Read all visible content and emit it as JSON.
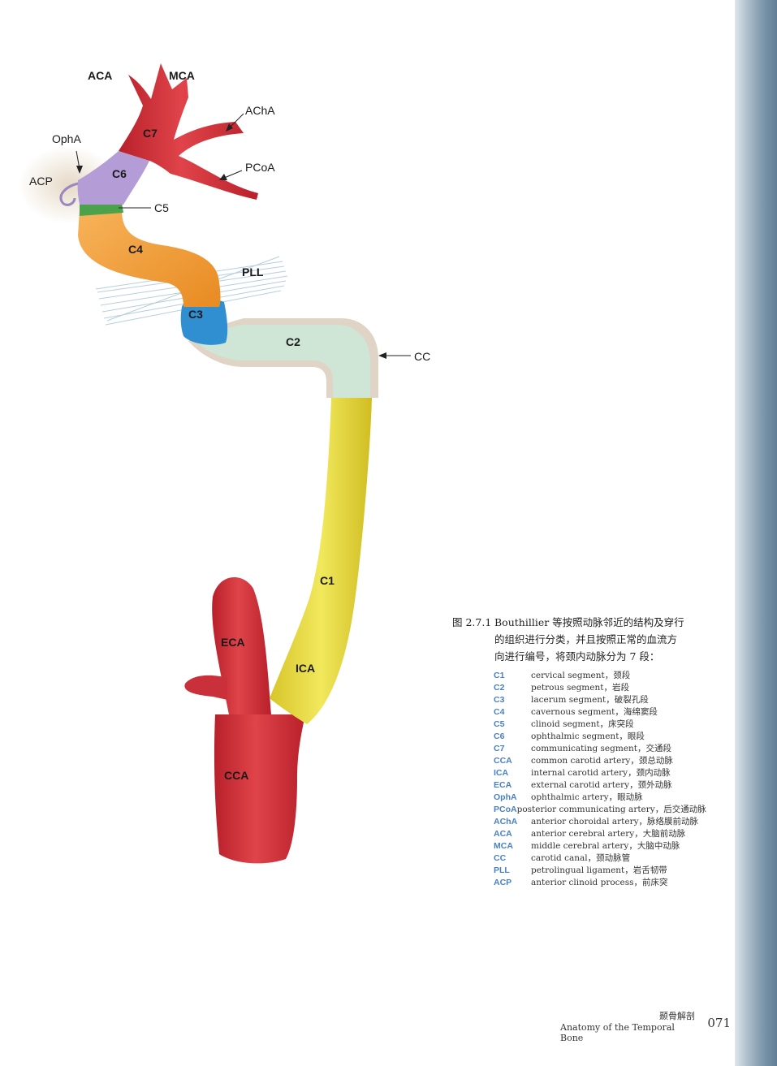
{
  "figure": {
    "labels": {
      "aca": "ACA",
      "mca": "MCA",
      "acha": "AChA",
      "c7": "C7",
      "opha": "OphA",
      "c6": "C6",
      "pcoa": "PCoA",
      "acp": "ACP",
      "c5": "C5",
      "c4": "C4",
      "pll": "PLL",
      "c3": "C3",
      "c2": "C2",
      "cc": "CC",
      "c1": "C1",
      "eca": "ECA",
      "ica": "ICA",
      "cca": "CCA"
    },
    "colors": {
      "artery_red": "#d8343a",
      "c6_purple": "#b49cd6",
      "c5_green": "#4ba24a",
      "c4_orange": "#f2a03a",
      "c3_blue": "#2f8fd0",
      "c2_mint": "#cfe6d6",
      "c1_yellow": "#e8dc3c",
      "canal_tan": "#d9cdbf",
      "ligament": "#a9c6d8"
    }
  },
  "caption": {
    "number": "图 2.7.1",
    "line1": "Bouthillier 等按照动脉邻近的结构及穿行",
    "line2": "的组织进行分类，并且按照正常的血流方",
    "line3": "向进行编号，将颈内动脉分为 7 段："
  },
  "legend": [
    {
      "abbr": "C1",
      "desc": "cervical segment，颈段"
    },
    {
      "abbr": "C2",
      "desc": "petrous segment，岩段"
    },
    {
      "abbr": "C3",
      "desc": "lacerum segment，破裂孔段"
    },
    {
      "abbr": "C4",
      "desc": "cavernous segment，海绵窦段"
    },
    {
      "abbr": "C5",
      "desc": "clinoid segment，床突段"
    },
    {
      "abbr": "C6",
      "desc": "ophthalmic segment，眼段"
    },
    {
      "abbr": "C7",
      "desc": "communicating segment，交通段"
    },
    {
      "abbr": "CCA",
      "desc": "common carotid artery，颈总动脉"
    },
    {
      "abbr": "ICA",
      "desc": "internal carotid artery，颈内动脉"
    },
    {
      "abbr": "ECA",
      "desc": "external carotid artery，颈外动脉"
    },
    {
      "abbr": "OphA",
      "desc": "ophthalmic artery，眼动脉"
    },
    {
      "abbr": "PCoA",
      "desc": "posterior communicating artery，后交通动脉"
    },
    {
      "abbr": "AChA",
      "desc": "anterior choroidal artery，脉络膜前动脉"
    },
    {
      "abbr": "ACA",
      "desc": "anterior cerebral artery，大脑前动脉"
    },
    {
      "abbr": "MCA",
      "desc": "middle cerebral artery，大脑中动脉"
    },
    {
      "abbr": "CC",
      "desc": "carotid canal，颈动脉管"
    },
    {
      "abbr": "PLL",
      "desc": "petrolingual ligament，岩舌韧带"
    },
    {
      "abbr": "ACP",
      "desc": "anterior clinoid process，前床突"
    }
  ],
  "footer": {
    "title_zh": "颞骨解剖",
    "title_en": "Anatomy of the Temporal Bone",
    "page_number": "071"
  }
}
